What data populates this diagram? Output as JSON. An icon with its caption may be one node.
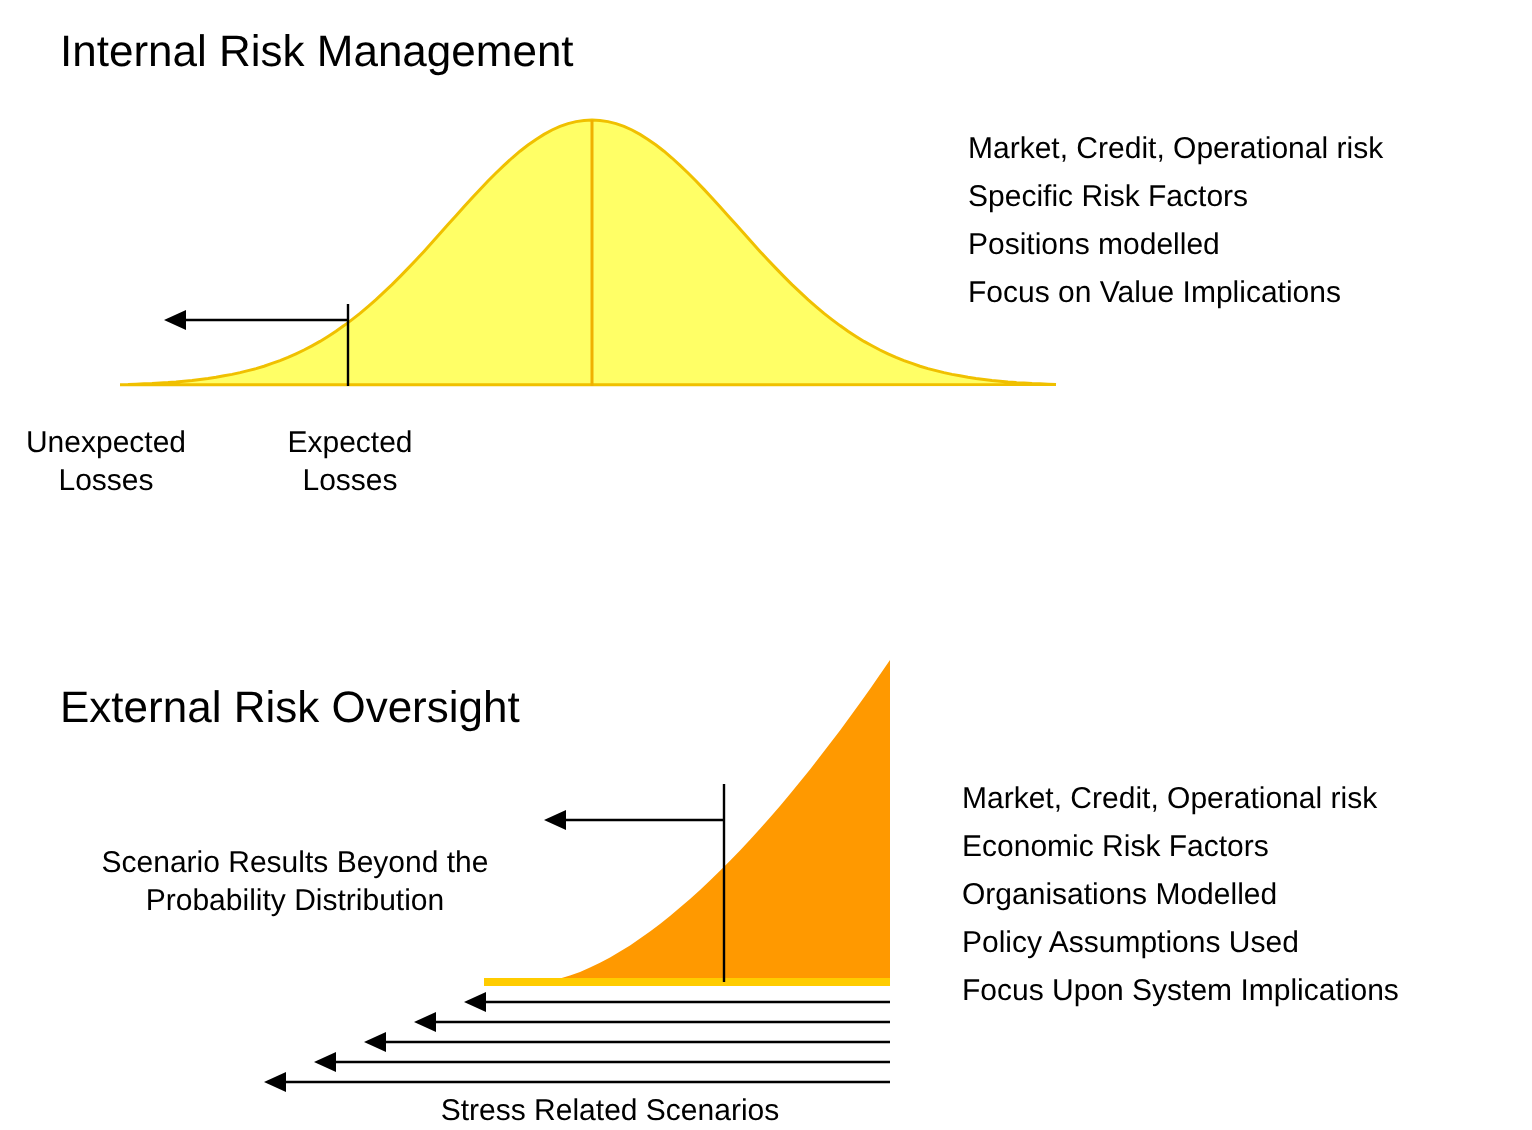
{
  "diagram": {
    "labels": [
      "Internal Risk Management",
      "Market, Credit, Operational risk",
      "Specific Risk Factors",
      "Positions modelled",
      "Focus on Value Implications",
      "Unexpected Losses",
      "Expected Losses",
      "External Risk Oversight",
      "Scenario Results Beyond the Probability Distribution",
      "Market, Credit, Operational risk",
      "Economic Risk Factors",
      "Organisations Modelled",
      "Policy Assumptions Used",
      "Focus Upon System Implications",
      "Stress Related Scenarios"
    ]
  }
}
